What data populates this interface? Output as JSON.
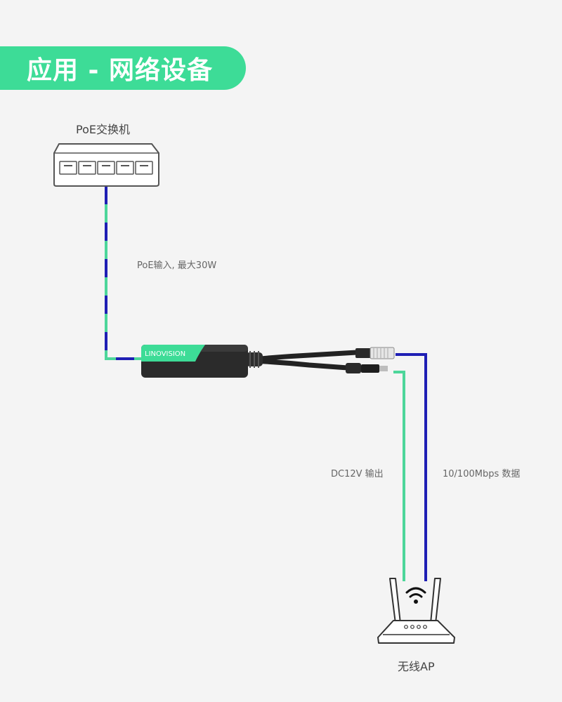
{
  "header": {
    "title": "应用 - 网络设备"
  },
  "colors": {
    "accent": "#3ddc97",
    "data_line": "#1f1fb4",
    "power_line": "#4dd69a",
    "device": "#2b2b2b"
  },
  "nodes": {
    "switch": {
      "label": "PoE交换机",
      "icon": "network-switch-icon"
    },
    "splitter": {
      "brand": "LINOVISION",
      "icon": "poe-splitter-icon"
    },
    "ap": {
      "label": "无线AP",
      "icon": "wireless-router-icon"
    }
  },
  "links": {
    "poe_in": "PoE输入, 最大30W",
    "dc_out": "DC12V 输出",
    "data": "10/100Mbps 数据"
  }
}
